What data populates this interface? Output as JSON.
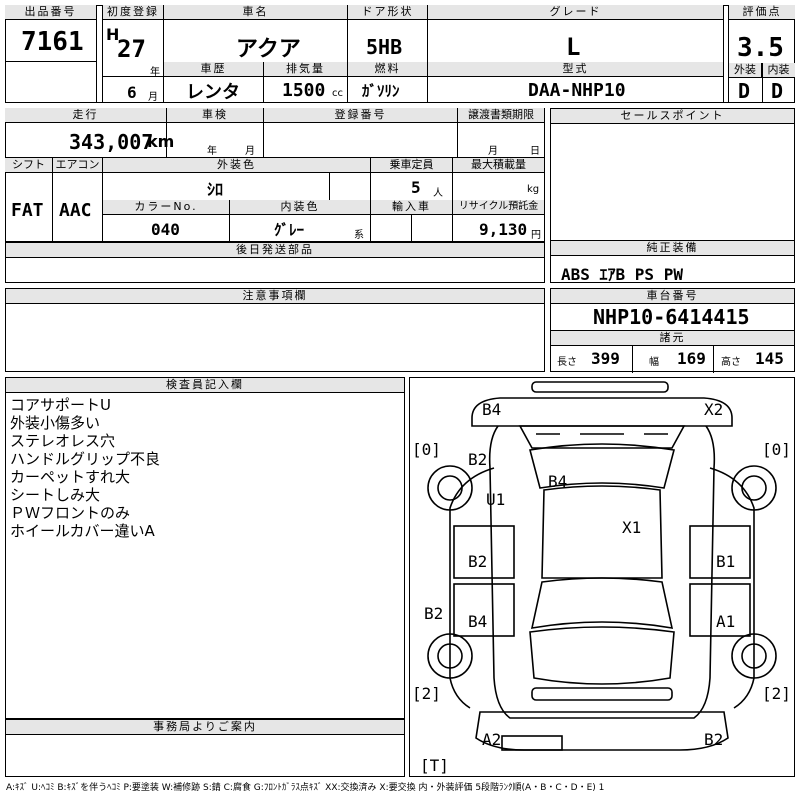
{
  "labels": {
    "lot_no": "出品番号",
    "first_reg": "初度登録",
    "car_name": "車名",
    "door": "ドア形状",
    "grade": "グレード",
    "score": "評価点",
    "history": "車歴",
    "displacement": "排気量",
    "fuel": "燃料",
    "model": "型式",
    "ext": "外装",
    "int": "内装",
    "mileage": "走行",
    "inspection": "車検",
    "reg_no": "登録番号",
    "transfer_deadline": "譲渡書類期限",
    "sales_point": "セールスポイント",
    "shift": "シフト",
    "aircon": "エアコン",
    "ext_color": "外装色",
    "seats": "乗車定員",
    "max_load": "最大積載量",
    "color_no": "カラーNo.",
    "int_color": "内装色",
    "import": "輸入車",
    "recycle": "リサイクル預託金",
    "later_parts": "後日発送部品",
    "equipment": "純正装備",
    "caution": "注意事項欄",
    "chassis": "車台番号",
    "specs": "諸元",
    "inspector": "検査員記入欄",
    "office": "事務局よりご案内"
  },
  "lot_no": "7161",
  "era": "H",
  "year": "27",
  "year_unit": "年",
  "month": "6",
  "month_unit": "月",
  "car_name": "アクア",
  "door": "5HB",
  "grade": "L",
  "score": "3.5",
  "history": "レンタ",
  "displacement": "1500",
  "displacement_unit": "cc",
  "fuel": "ｶﾞｿﾘﾝ",
  "model": "DAA-NHP10",
  "ext_grade": "D",
  "int_grade": "D",
  "mileage": "343,007",
  "mileage_unit": "km",
  "insp_year_unit": "年",
  "insp_month_unit": "月",
  "transfer_month_unit": "月",
  "transfer_day_unit": "日",
  "shift": "FAT",
  "aircon": "AAC",
  "ext_color": "ｼﾛ",
  "seats": "5",
  "seats_unit": "人",
  "load_unit": "kg",
  "color_no": "040",
  "int_color": "ｸﾞﾚｰ",
  "int_color_unit": "系",
  "recycle": "9,130",
  "recycle_unit": "円",
  "equipment": "ABS ｴｱB PS PW",
  "chassis_no": "NHP10-6414415",
  "spec": {
    "length_label": "長さ",
    "length": "399",
    "width_label": "幅",
    "width": "169",
    "height_label": "高さ",
    "height": "145"
  },
  "inspector_notes": [
    "コアサポートU",
    "外装小傷多い",
    "ステレオレス穴",
    "ハンドルグリップ不良",
    "カーペットすれ大",
    "シートしみ大",
    "ＰＷフロントのみ",
    "ホイールカバー違いA"
  ],
  "tires": {
    "front_left": "0",
    "front_right": "0",
    "rear_left": "2",
    "rear_right": "2",
    "spare": "T"
  },
  "damage": {
    "front_bumper_left": "B4",
    "front_bumper_right": "X2",
    "front_left_fender": "B2",
    "left_front_wheel": "U1",
    "hood": "B4",
    "roof": "X1",
    "left_front_door": "B2",
    "right_front_door": "B1",
    "left_rear_door": "B4",
    "right_rear_door": "A1",
    "left_rear_fender": "B2",
    "rear_bumper_left": "A2",
    "rear_bumper_right": "B2"
  },
  "legend": "A:ｷｽﾞ U:ﾍｺﾐ B:ｷｽﾞを伴うﾍｺﾐ P:要塗装 W:補修跡 S:錆 C:腐食 G:ﾌﾛﾝﾄｶﾞﾗｽ点ｷｽﾞ XX:交換済み X:要交換  内・外装評価  5段階ﾗﾝｸ順(A・B・C・D・E) 1"
}
